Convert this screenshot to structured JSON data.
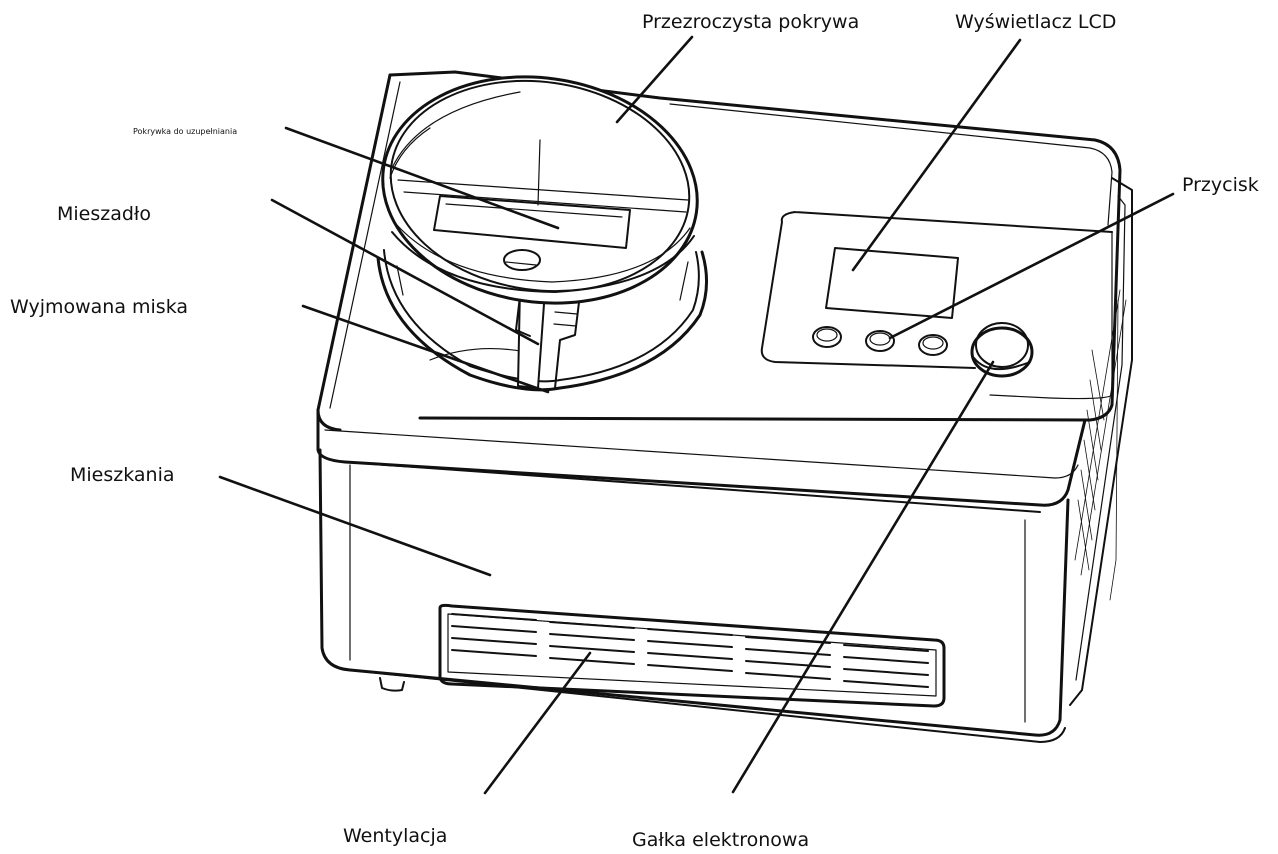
{
  "labels": {
    "lid": "Przezroczysta pokrywa",
    "lcd": "Wyświetlacz LCD",
    "refill_lid": "Pokrywka do uzupełniania",
    "button": "Przycisk",
    "paddle": "Mieszadło",
    "bowl": "Wyjmowana miska",
    "housing": "Mieszkania",
    "vent": "Wentylacja",
    "knob": "Gałka elektronowa"
  },
  "colors": {
    "line": "#111111",
    "background": "#ffffff"
  }
}
